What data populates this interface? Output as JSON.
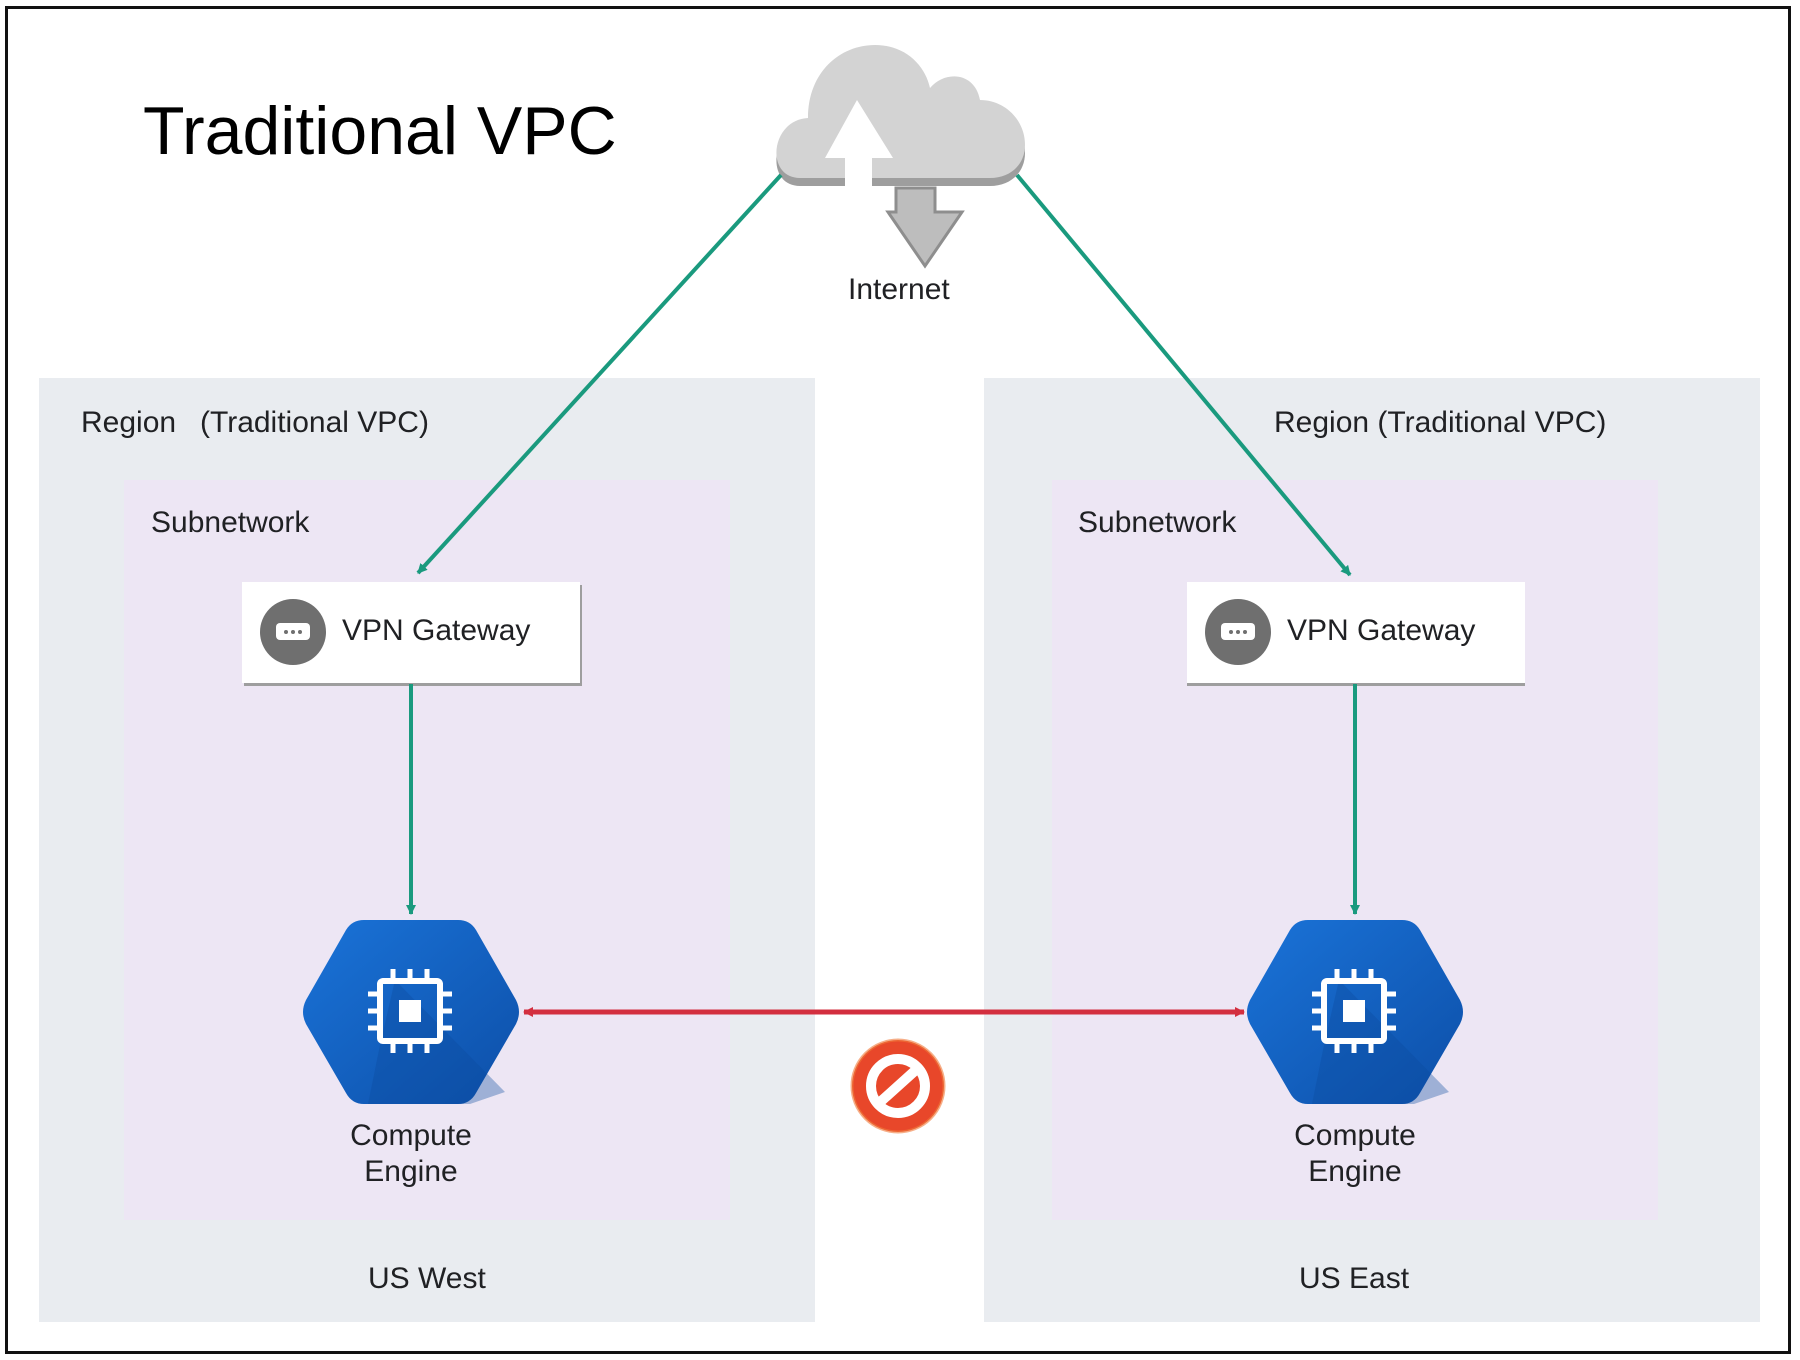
{
  "title": "Traditional VPC",
  "internet": {
    "label": "Internet",
    "icon": "cloud-internet-icon"
  },
  "regions": [
    {
      "label": "Region",
      "sublabel": "(Traditional VPC)",
      "location": "US West",
      "subnetwork": "Subnetwork",
      "gateway": {
        "label": "VPN Gateway",
        "icon": "vpn-gateway-icon"
      },
      "compute": {
        "line1": "Compute",
        "line2": "Engine",
        "icon": "compute-engine-icon"
      }
    },
    {
      "label": "Region (Traditional VPC)",
      "location": "US East",
      "subnetwork": "Subnetwork",
      "gateway": {
        "label": "VPN Gateway",
        "icon": "vpn-gateway-icon"
      },
      "compute": {
        "line1": "Compute",
        "line2": "Engine",
        "icon": "compute-engine-icon"
      }
    }
  ],
  "colors": {
    "connection": "#1a9a7e",
    "blocked": "#d32f3f",
    "compute": "#1565c0",
    "no_entry": "#e8472a",
    "cloud": "#cccccc"
  },
  "blocked_icon": "no-entry-icon"
}
